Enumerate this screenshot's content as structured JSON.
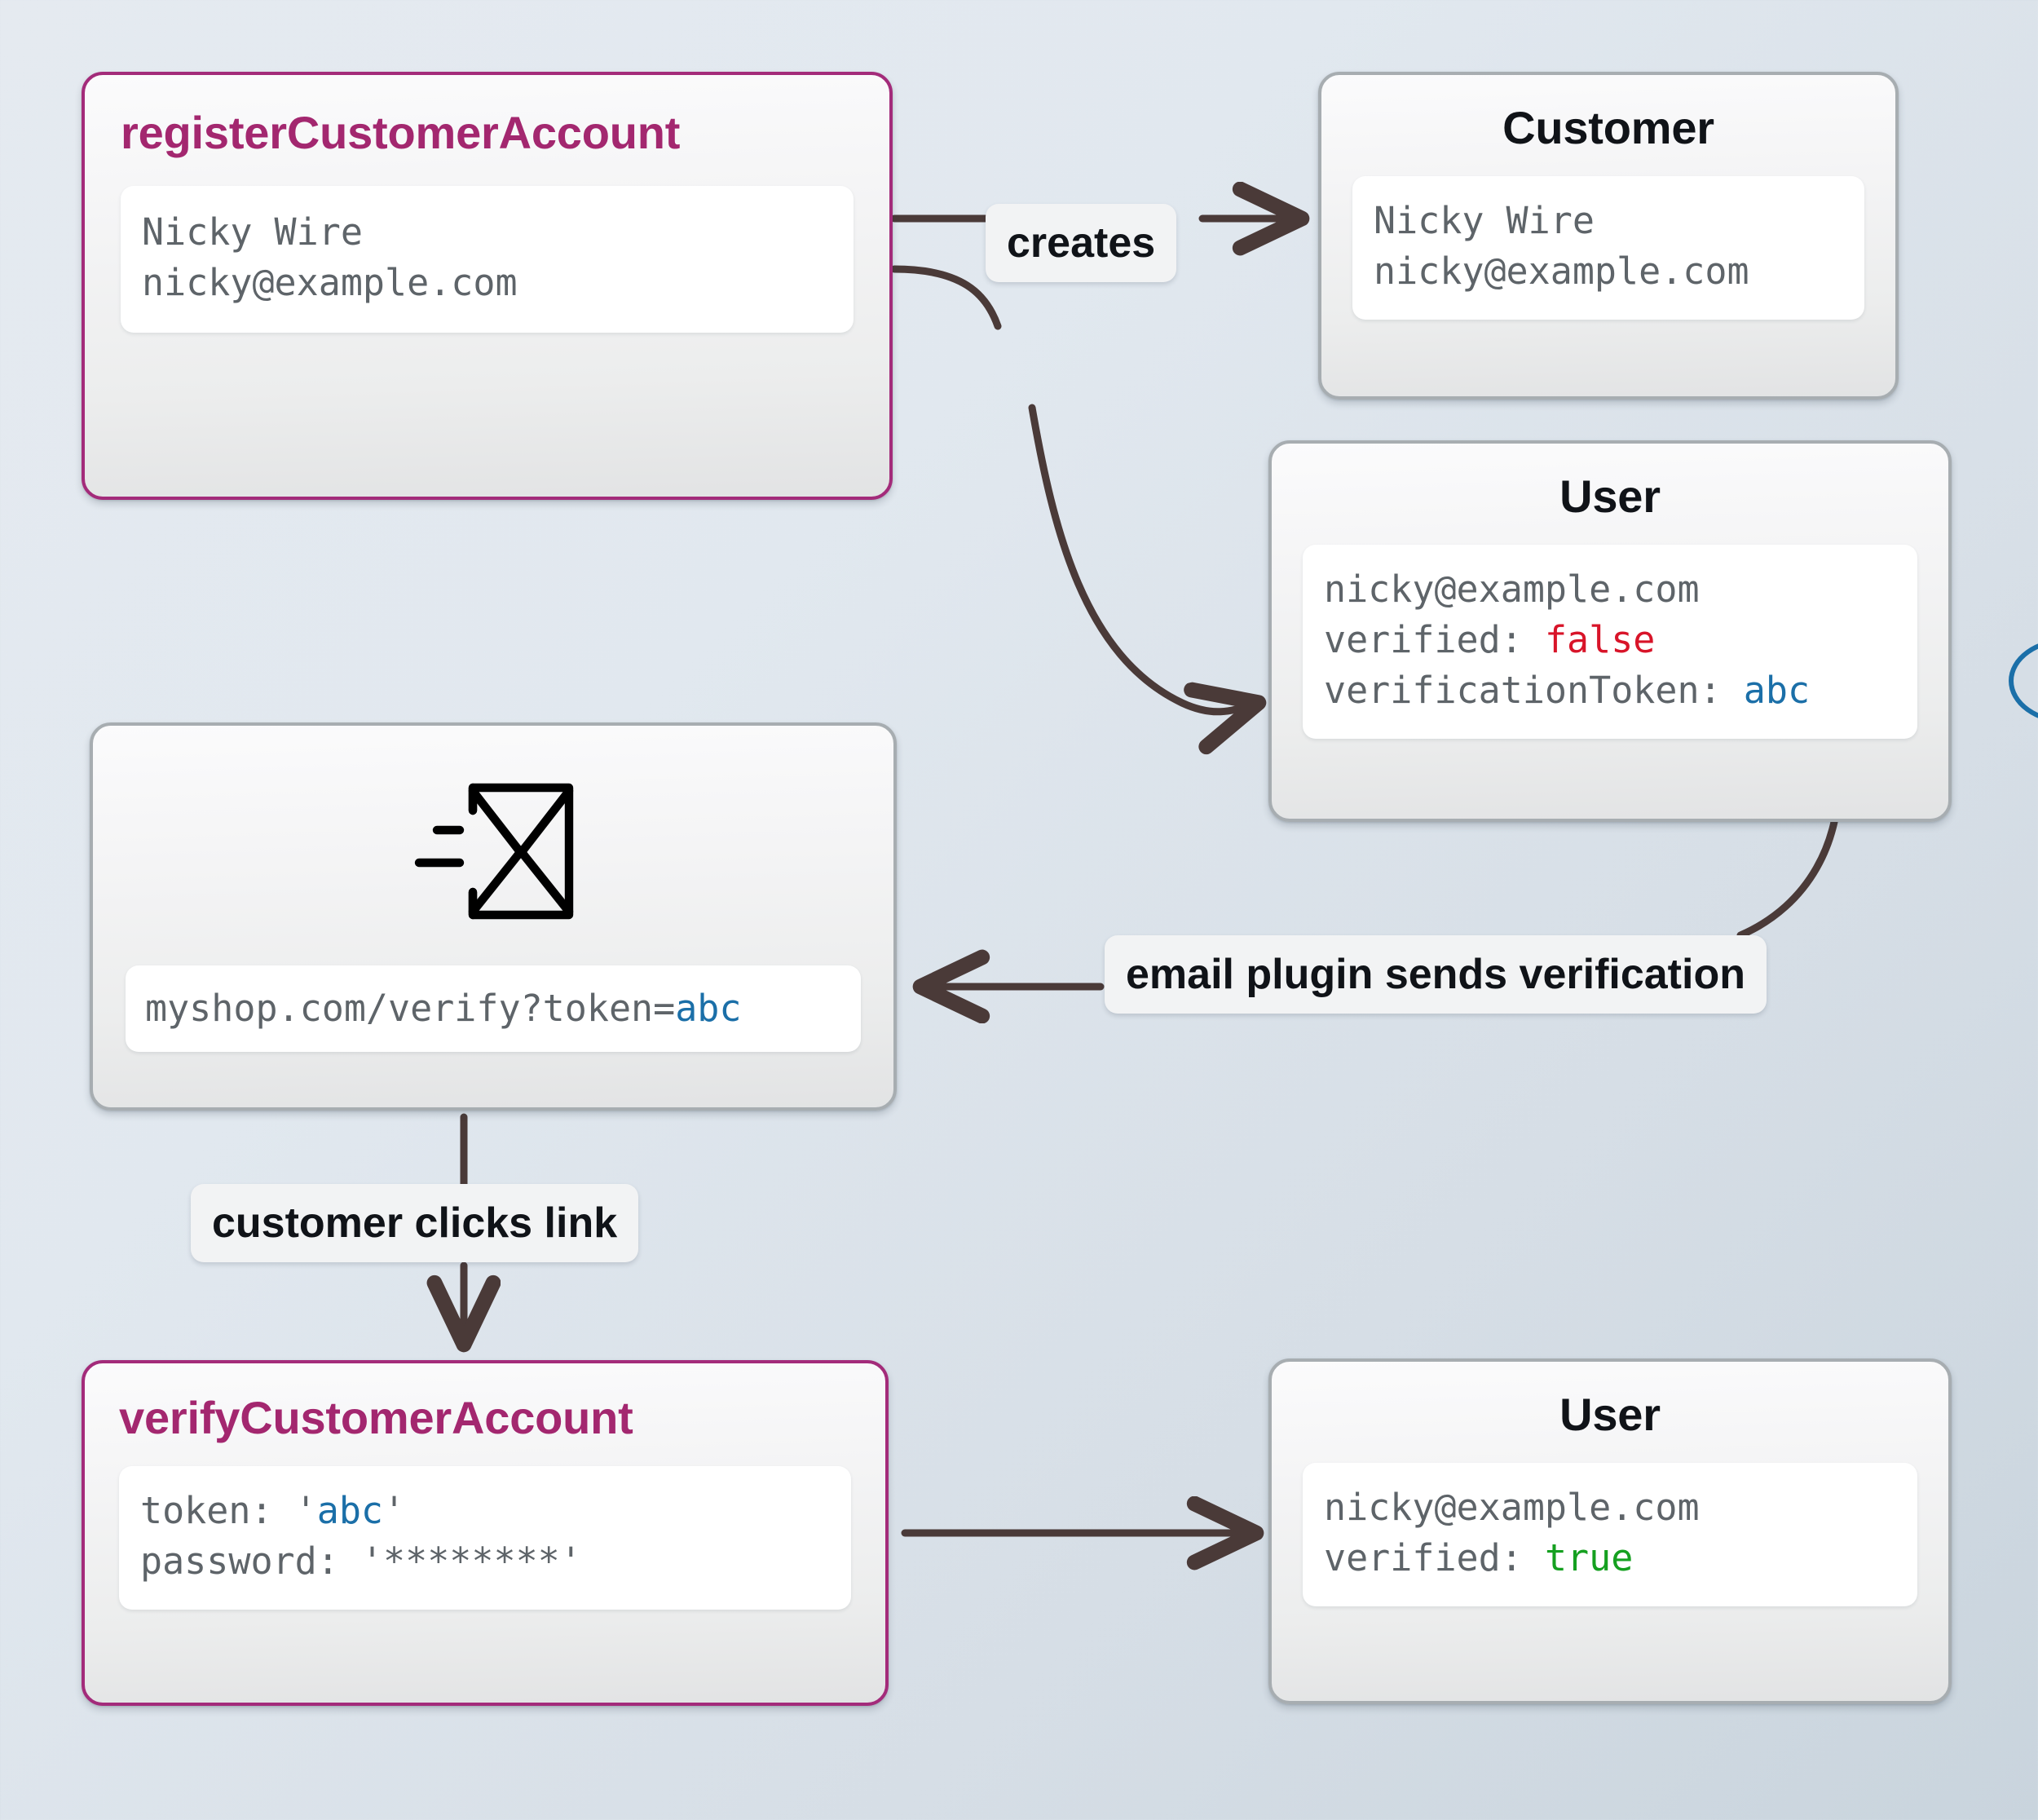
{
  "diagram": {
    "title": "Customer account registration and email verification flow",
    "colors": {
      "accent_border": "#a32b7a",
      "accent_title": "#a3276f",
      "plain_border": "#a7adb1",
      "token_blue": "#1b6fa8",
      "false_red": "#d81429",
      "true_green": "#15a020",
      "edge_stroke": "#4a3a38",
      "background_from": "#e5eaf0",
      "background_to": "#c9d4dd"
    }
  },
  "nodes": {
    "register": {
      "title": "registerCustomerAccount",
      "lines": {
        "name": "Nicky Wire",
        "email": "nicky@example.com"
      }
    },
    "customer": {
      "title": "Customer",
      "lines": {
        "name": "Nicky Wire",
        "email": "nicky@example.com"
      }
    },
    "user_top": {
      "title": "User",
      "lines": {
        "email": "nicky@example.com",
        "verified_key": "verified: ",
        "verified_value": "false",
        "token_key": "verificationToken: ",
        "token_value": "abc"
      }
    },
    "email": {
      "icon": "send-email-envelope-icon",
      "link_prefix": "myshop.com/verify?token=",
      "link_token": "abc"
    },
    "verify": {
      "title": "verifyCustomerAccount",
      "lines": {
        "token_key": "token: ",
        "token_quote_open": "'",
        "token_value": "abc",
        "token_quote_close": "'",
        "password_key": "password: ",
        "password_value": "'********'"
      }
    },
    "user_bottom": {
      "title": "User",
      "lines": {
        "email": "nicky@example.com",
        "verified_key": "verified: ",
        "verified_value": "true"
      }
    }
  },
  "edges": {
    "creates": "creates",
    "email_plugin": "email plugin sends verification",
    "clicks_link": "customer clicks link"
  }
}
